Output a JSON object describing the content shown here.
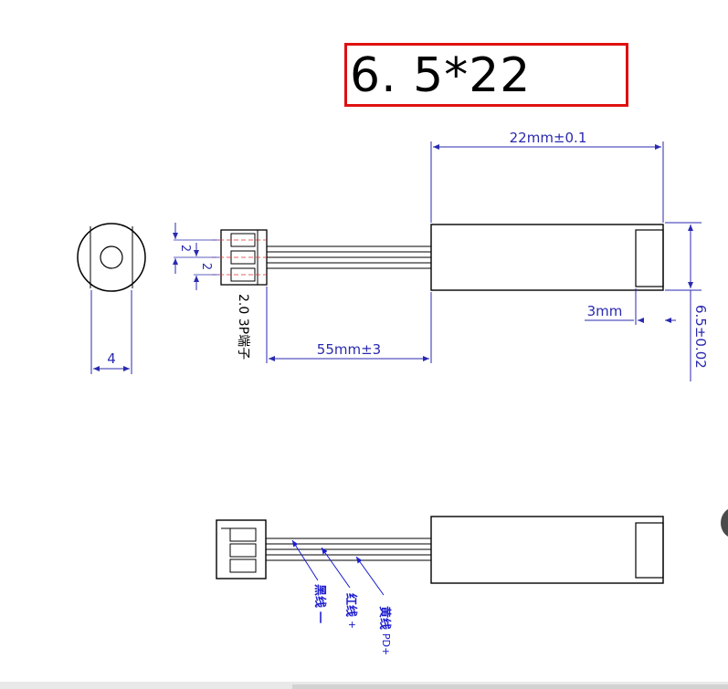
{
  "title": "6. 5*22",
  "top_view": {
    "length_label": "22mm±0.1",
    "diameter_label": "6.5±0.02",
    "tip_label": "3mm",
    "wire_length_label": "55mm±3",
    "connector_label": "2.0 3P端子",
    "pin_pitch_top": "2",
    "pin_pitch_bottom": "2",
    "end_view_label": "4"
  },
  "wiring_view": {
    "wires": [
      {
        "label": "黑线",
        "suffix": "一"
      },
      {
        "label": "红线",
        "suffix": "+"
      },
      {
        "label": "黄线",
        "suffix": "PD+"
      }
    ]
  },
  "colors": {
    "outline": "#000000",
    "dimension": "#2a2ab0",
    "centerline": "#e03030",
    "title_border": "#e01010",
    "wire_label": "#1c1cd0"
  }
}
